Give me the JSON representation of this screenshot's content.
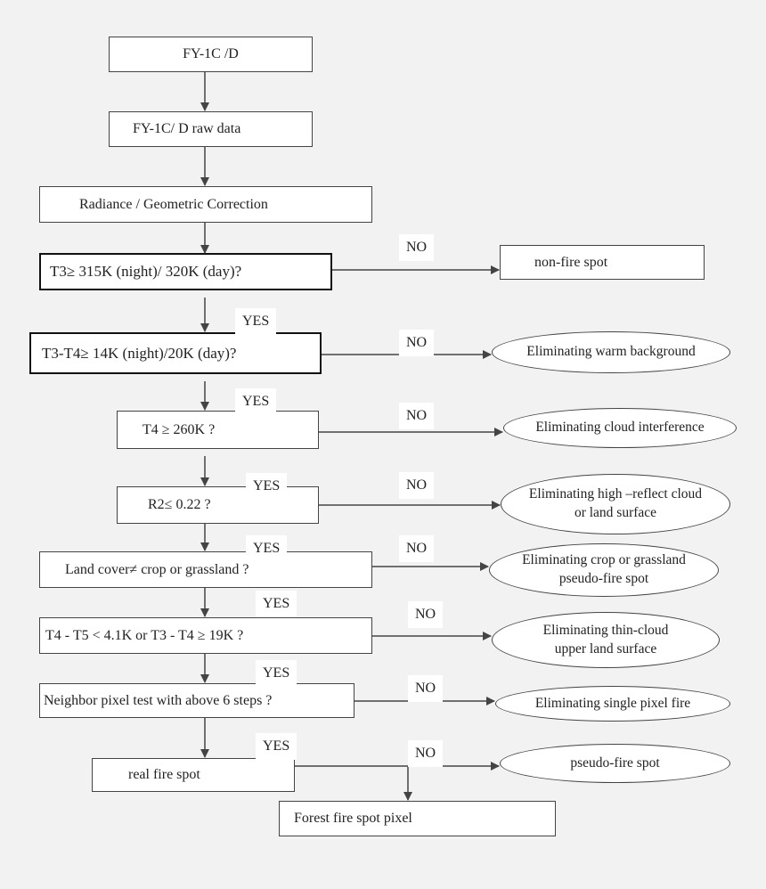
{
  "nodes": {
    "fy1cd": "FY-1C /D",
    "raw_data": "FY-1C/ D  raw data",
    "radiance": "Radiance / Geometric  Correction",
    "t3_test": "T3≥  315K (night)/ 320K (day)?",
    "t3t4_test": "T3-T4≥  14K (night)/20K (day)?",
    "t4_test": "T4 ≥   260K ?",
    "r2_test": "R2≤  0.22 ?",
    "landcover_test": "Land cover≠  crop or grassland ?",
    "t4t5_test": "T4 - T5 < 4.1K or T3 - T4 ≥ 19K ?",
    "neighbor_test": "Neighbor pixel test with  above 6 steps ?",
    "real_fire": "real fire spot",
    "forest_fire": "Forest fire spot pixel",
    "non_fire": "non-fire spot"
  },
  "outcomes": {
    "warm_background": "Eliminating warm background",
    "cloud_interference": "Eliminating cloud interference",
    "high_reflect": [
      "Eliminating high –reflect cloud",
      "or land surface"
    ],
    "crop_grassland": [
      "Eliminating crop or grassland",
      "pseudo-fire spot"
    ],
    "thin_cloud": [
      "Eliminating thin-cloud",
      "upper land surface"
    ],
    "single_pixel": "Eliminating single pixel fire",
    "pseudo_fire": "pseudo-fire spot"
  },
  "edge_labels": {
    "yes": "YES",
    "no": "NO"
  }
}
